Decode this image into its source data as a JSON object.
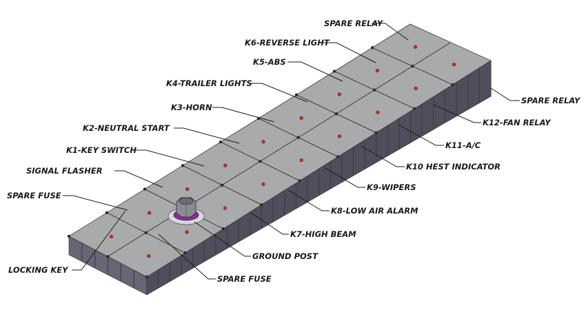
{
  "diagram": {
    "component_labels": {
      "spare_relay_top": "SPARE RELAY",
      "k6": "K6-REVERSE LIGHT",
      "k5": "K5-ABS",
      "k4": "K4-TRAILER LIGHTS",
      "k3": "K3-HORN",
      "k2": "K2-NEUTRAL START",
      "k1": "K1-KEY SWITCH",
      "signal_flasher": "SIGNAL FLASHER",
      "spare_fuse_left": "SPARE FUSE",
      "locking_key": "LOCKING KEY",
      "spare_relay_right": "SPARE RELAY",
      "k12": "K12-FAN RELAY",
      "k11": "K11-A/C",
      "k10": "K10 HEST INDICATOR",
      "k9": "K9-WIPERS",
      "k8": "K8-LOW AIR ALARM",
      "k7": "K7-HIGH BEAM",
      "ground_post": "GROUND POST",
      "spare_fuse_bottom": "SPARE FUSE"
    },
    "colors": {
      "top_face": "#a9aaac",
      "side_face_left": "#5e5e6a",
      "side_face_front": "#4f4f5c",
      "ribs": "#2f2f3a",
      "terminal_dots": "#cc2b2b",
      "ground_post_ring": "#8b2f9e",
      "ground_post_nut": "#8a8c93"
    }
  }
}
